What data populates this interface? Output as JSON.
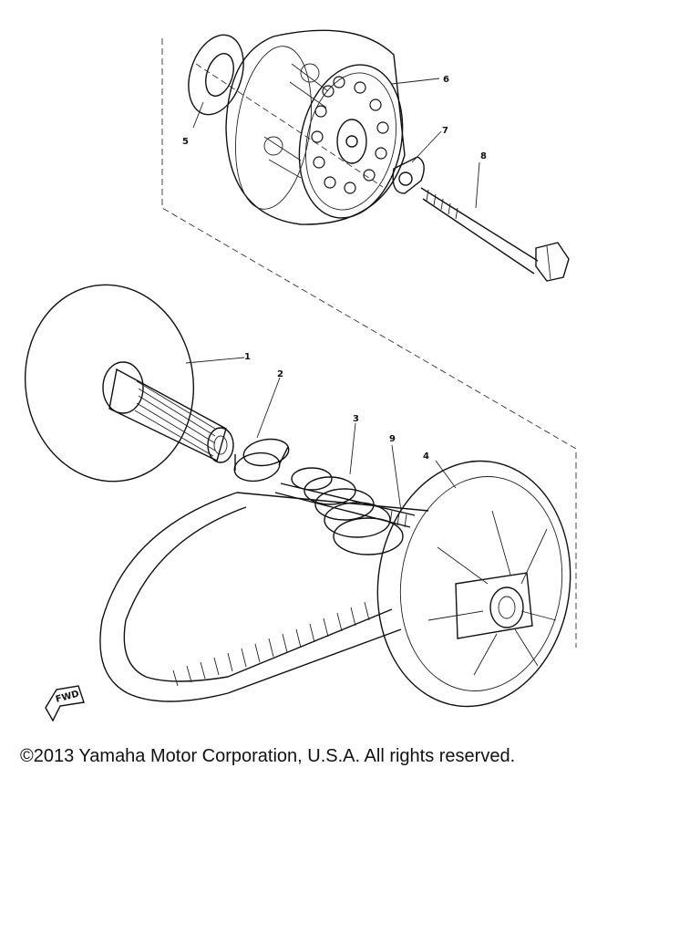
{
  "callouts": [
    {
      "id": "1",
      "label": "1"
    },
    {
      "id": "2",
      "label": "2"
    },
    {
      "id": "3",
      "label": "3"
    },
    {
      "id": "4",
      "label": "4"
    },
    {
      "id": "5",
      "label": "5"
    },
    {
      "id": "6",
      "label": "6"
    },
    {
      "id": "7",
      "label": "7"
    },
    {
      "id": "8",
      "label": "8"
    },
    {
      "id": "9",
      "label": "9"
    }
  ],
  "fwd_label": "FWD",
  "copyright": "©2013 Yamaha Motor Corporation, U.S.A. All rights reserved."
}
